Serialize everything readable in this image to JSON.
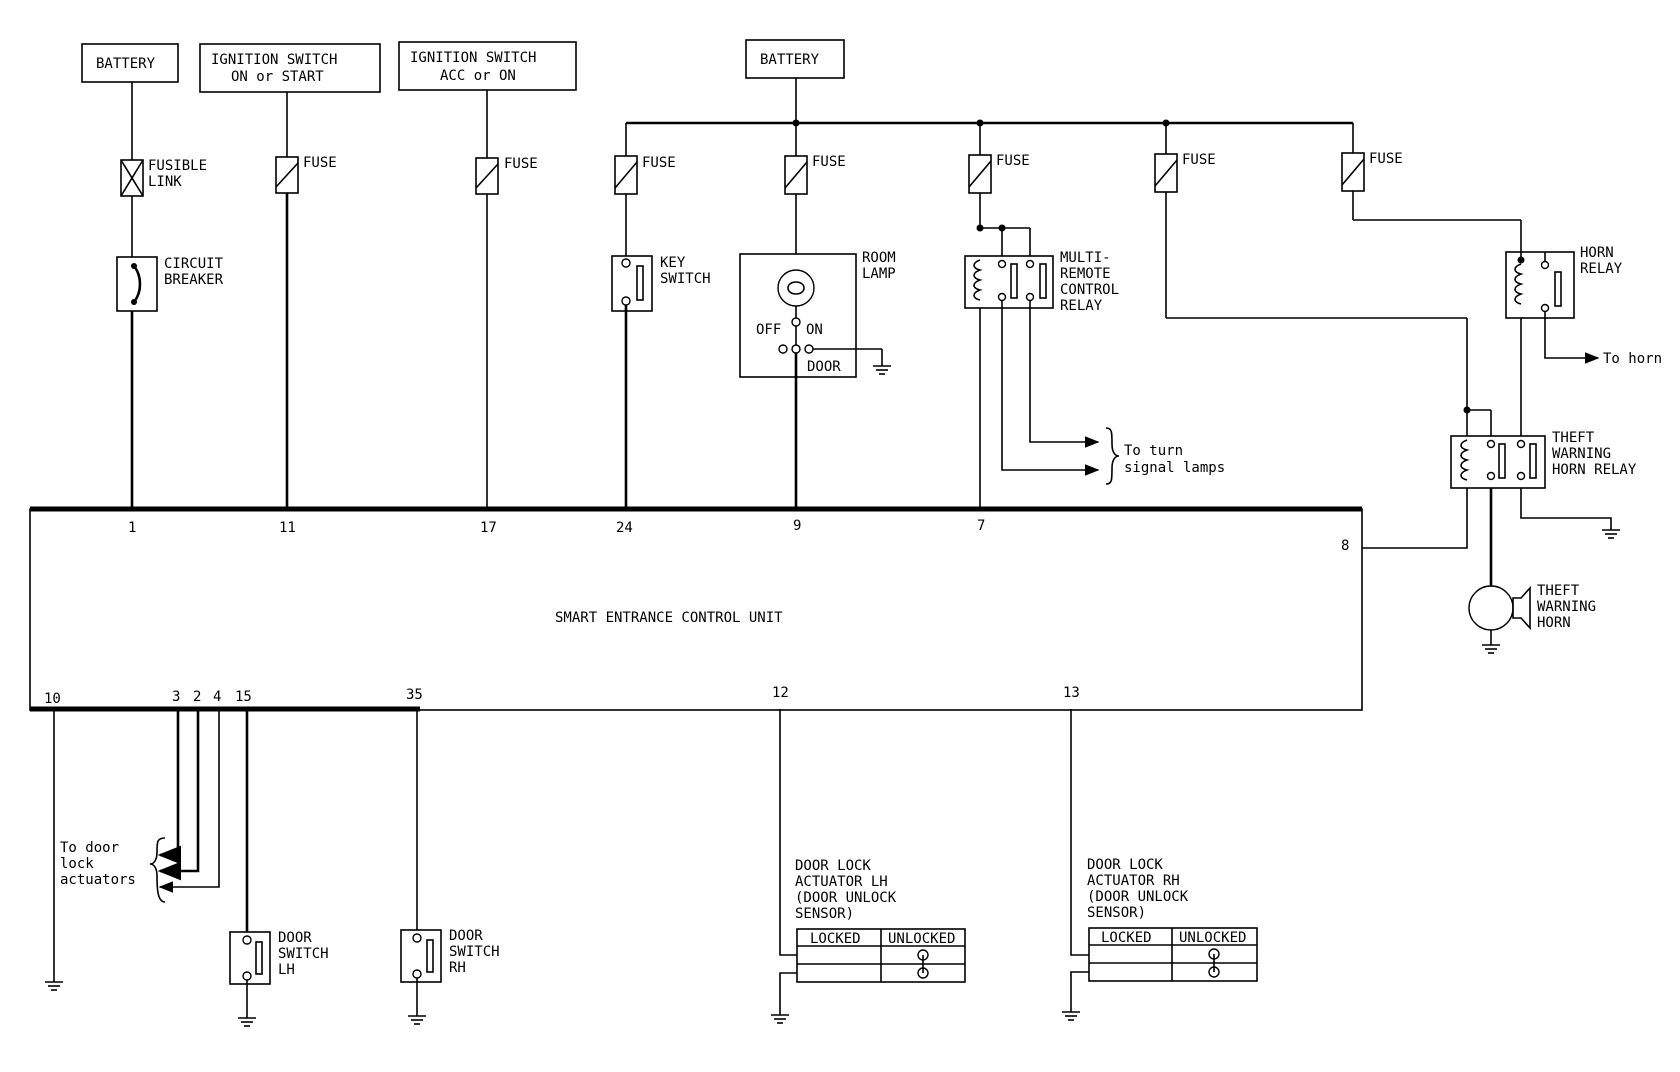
{
  "sources": {
    "battery_left": "BATTERY",
    "ign_on_start": [
      "IGNITION SWITCH",
      "ON or START"
    ],
    "ign_acc_on": [
      "IGNITION SWITCH",
      "ACC or ON"
    ],
    "battery_right": "BATTERY"
  },
  "labels": {
    "fusible_link": [
      "FUSIBLE",
      "LINK"
    ],
    "fuse": "FUSE",
    "circuit_breaker": [
      "CIRCUIT",
      "BREAKER"
    ],
    "key_switch": [
      "KEY",
      "SWITCH"
    ],
    "room_lamp": [
      "ROOM",
      "LAMP"
    ],
    "off": "OFF",
    "on": "ON",
    "door": "DOOR",
    "multi_remote": [
      "MULTI-",
      "REMOTE",
      "CONTROL",
      "RELAY"
    ],
    "horn_relay": [
      "HORN",
      "RELAY"
    ],
    "to_horn": "To horn",
    "to_turn": [
      "To turn",
      "signal lamps"
    ],
    "theft_relay": [
      "THEFT",
      "WARNING",
      "HORN RELAY"
    ],
    "theft_horn": [
      "THEFT",
      "WARNING",
      "HORN"
    ],
    "unit": "SMART ENTRANCE CONTROL UNIT",
    "to_door_lock": [
      "To door",
      "lock",
      "actuators"
    ],
    "door_switch_lh": [
      "DOOR",
      "SWITCH",
      "LH"
    ],
    "door_switch_rh": [
      "DOOR",
      "SWITCH",
      "RH"
    ],
    "actuator_lh": [
      "DOOR LOCK",
      "ACTUATOR LH",
      "(DOOR UNLOCK",
      "SENSOR)"
    ],
    "actuator_rh": [
      "DOOR LOCK",
      "ACTUATOR RH",
      "(DOOR UNLOCK",
      "SENSOR)"
    ],
    "locked": "LOCKED",
    "unlocked": "UNLOCKED"
  },
  "pins": {
    "p1": "1",
    "p11": "11",
    "p17": "17",
    "p24": "24",
    "p9": "9",
    "p7": "7",
    "p8": "8",
    "p10": "10",
    "p3": "3",
    "p2": "2",
    "p4": "4",
    "p15": "15",
    "p35": "35",
    "p12": "12",
    "p13": "13"
  }
}
